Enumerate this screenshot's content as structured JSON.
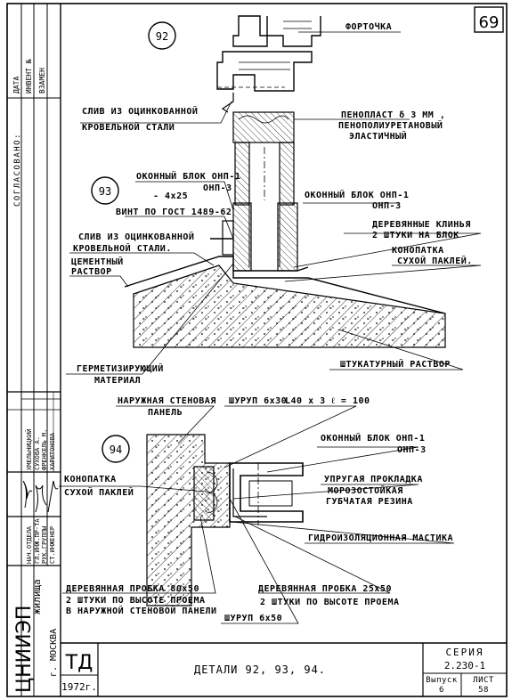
{
  "sheet": {
    "page_number": "69",
    "title": "ДЕТАЛИ 92, 93, 94.",
    "stamp_td": "ТД",
    "year": "1972г.",
    "series_label": "СЕРИЯ",
    "series_value": "2.230-1",
    "issue_label": "Выпуск",
    "issue_value": "6",
    "sheet_label": "ЛИСТ",
    "sheet_value": "58",
    "org": "ЦНИИЭП",
    "org_sub": "жилища",
    "city": "г. МОСКВА"
  },
  "left_strip": {
    "data": "ДАТА",
    "invent": "ИНВЕНТ №",
    "vzamen": "ВЗАМЕН",
    "soglasovano": "СОГЛАСОВАНО:",
    "roles": [
      "НАЧ.ОТДЕЛА",
      "ГЛ.ИНЖ.ПР-ТА",
      "РУК.ГРУППЫ",
      "СТ.ИНЖЕНЕР"
    ],
    "names": [
      "ХМЕЛЬНИЦКИЙ",
      "СУХОВА А.",
      "ФРЕНКЕЛЬ М.",
      "ХАРИТОНОВА"
    ]
  },
  "details": {
    "d92": "92",
    "d93": "93",
    "d94": "94"
  },
  "labels": {
    "fortochka": "ФОРТОЧКА",
    "sliv1_a": "СЛИВ ИЗ ОЦИНКОВАННОЙ",
    "sliv1_b": "КРОВЕЛЬНОЙ СТАЛИ",
    "penoplast_a": "ПЕНОПЛАСТ  δ 3 ММ ,",
    "penoplast_b": "ПЕНОПОЛИУРЕТАНОВЫЙ",
    "penoplast_c": "ЭЛАСТИЧНЫЙ",
    "okblok1_a": "ОКОННЫЙ БЛОК ОНП-1",
    "okblok1_b": "ОНП-3",
    "strip": "- 4х25",
    "okblok2_a": "ОКОННЫЙ БЛОК ОНП-1",
    "okblok2_b": "ОНП-3",
    "vint": "ВИНТ ПО ГОСТ 1489-62",
    "klinya_a": "ДЕРЕВЯННЫЕ КЛИНЬЯ",
    "klinya_b": "2 ШТУКИ НА БЛОК",
    "sliv2_a": "СЛИВ ИЗ ОЦИНКОВАННОЙ",
    "sliv2_b": "КРОВЕЛЬНОЙ СТАЛИ.",
    "konopatka1_a": "КОНОПАТКА",
    "konopatka1_b": "СУХОЙ ПАКЛЕЙ.",
    "cement_a": "ЦЕМЕНТНЫЙ",
    "cement_b": "РАСТВОР",
    "germet_a": "ГЕРМЕТИЗИРУЮЩИЙ",
    "germet_b": "МАТЕРИАЛ",
    "shtuk": "ШТУКАТУРНЫЙ РАСТВОР",
    "panel_a": "НАРУЖНАЯ СТЕНОВАЯ",
    "panel_b": "ПАНЕЛЬ",
    "shurup1": "ШУРУП 6х30",
    "ugolok": "L40 х 3  ℓ = 100",
    "okblok3_a": "ОКОННЫЙ БЛОК ОНП-1",
    "okblok3_b": "ОНП-3",
    "konopatka2_a": "КОНОПАТКА",
    "konopatka2_b": "СУХОЙ ПАКЛЕЙ",
    "prokladka_a": "УПРУГАЯ ПРОКЛАДКА",
    "prokladka_b": "МОРОЗОСТОЙКАЯ",
    "prokladka_c": "ГУБЧАТАЯ РЕЗИНА",
    "gidro": "ГИДРОИЗОЛЯЦИОННАЯ МАСТИКА",
    "probka1_a": "ДЕРЕВЯННАЯ ПРОБКА 80х50",
    "probka1_b": "2 ШТУКИ ПО ВЫСОТЕ ПРОЕМА",
    "probka1_c": "В НАРУЖНОЙ СТЕНОВОЙ ПАНЕЛИ",
    "probka2_a": "ДЕРЕВЯННАЯ ПРОБКА 25х50",
    "probka2_b": "2 ШТУКИ ПО ВЫСОТЕ ПРОЕМА",
    "shurup2": "ШУРУП 6х50"
  }
}
